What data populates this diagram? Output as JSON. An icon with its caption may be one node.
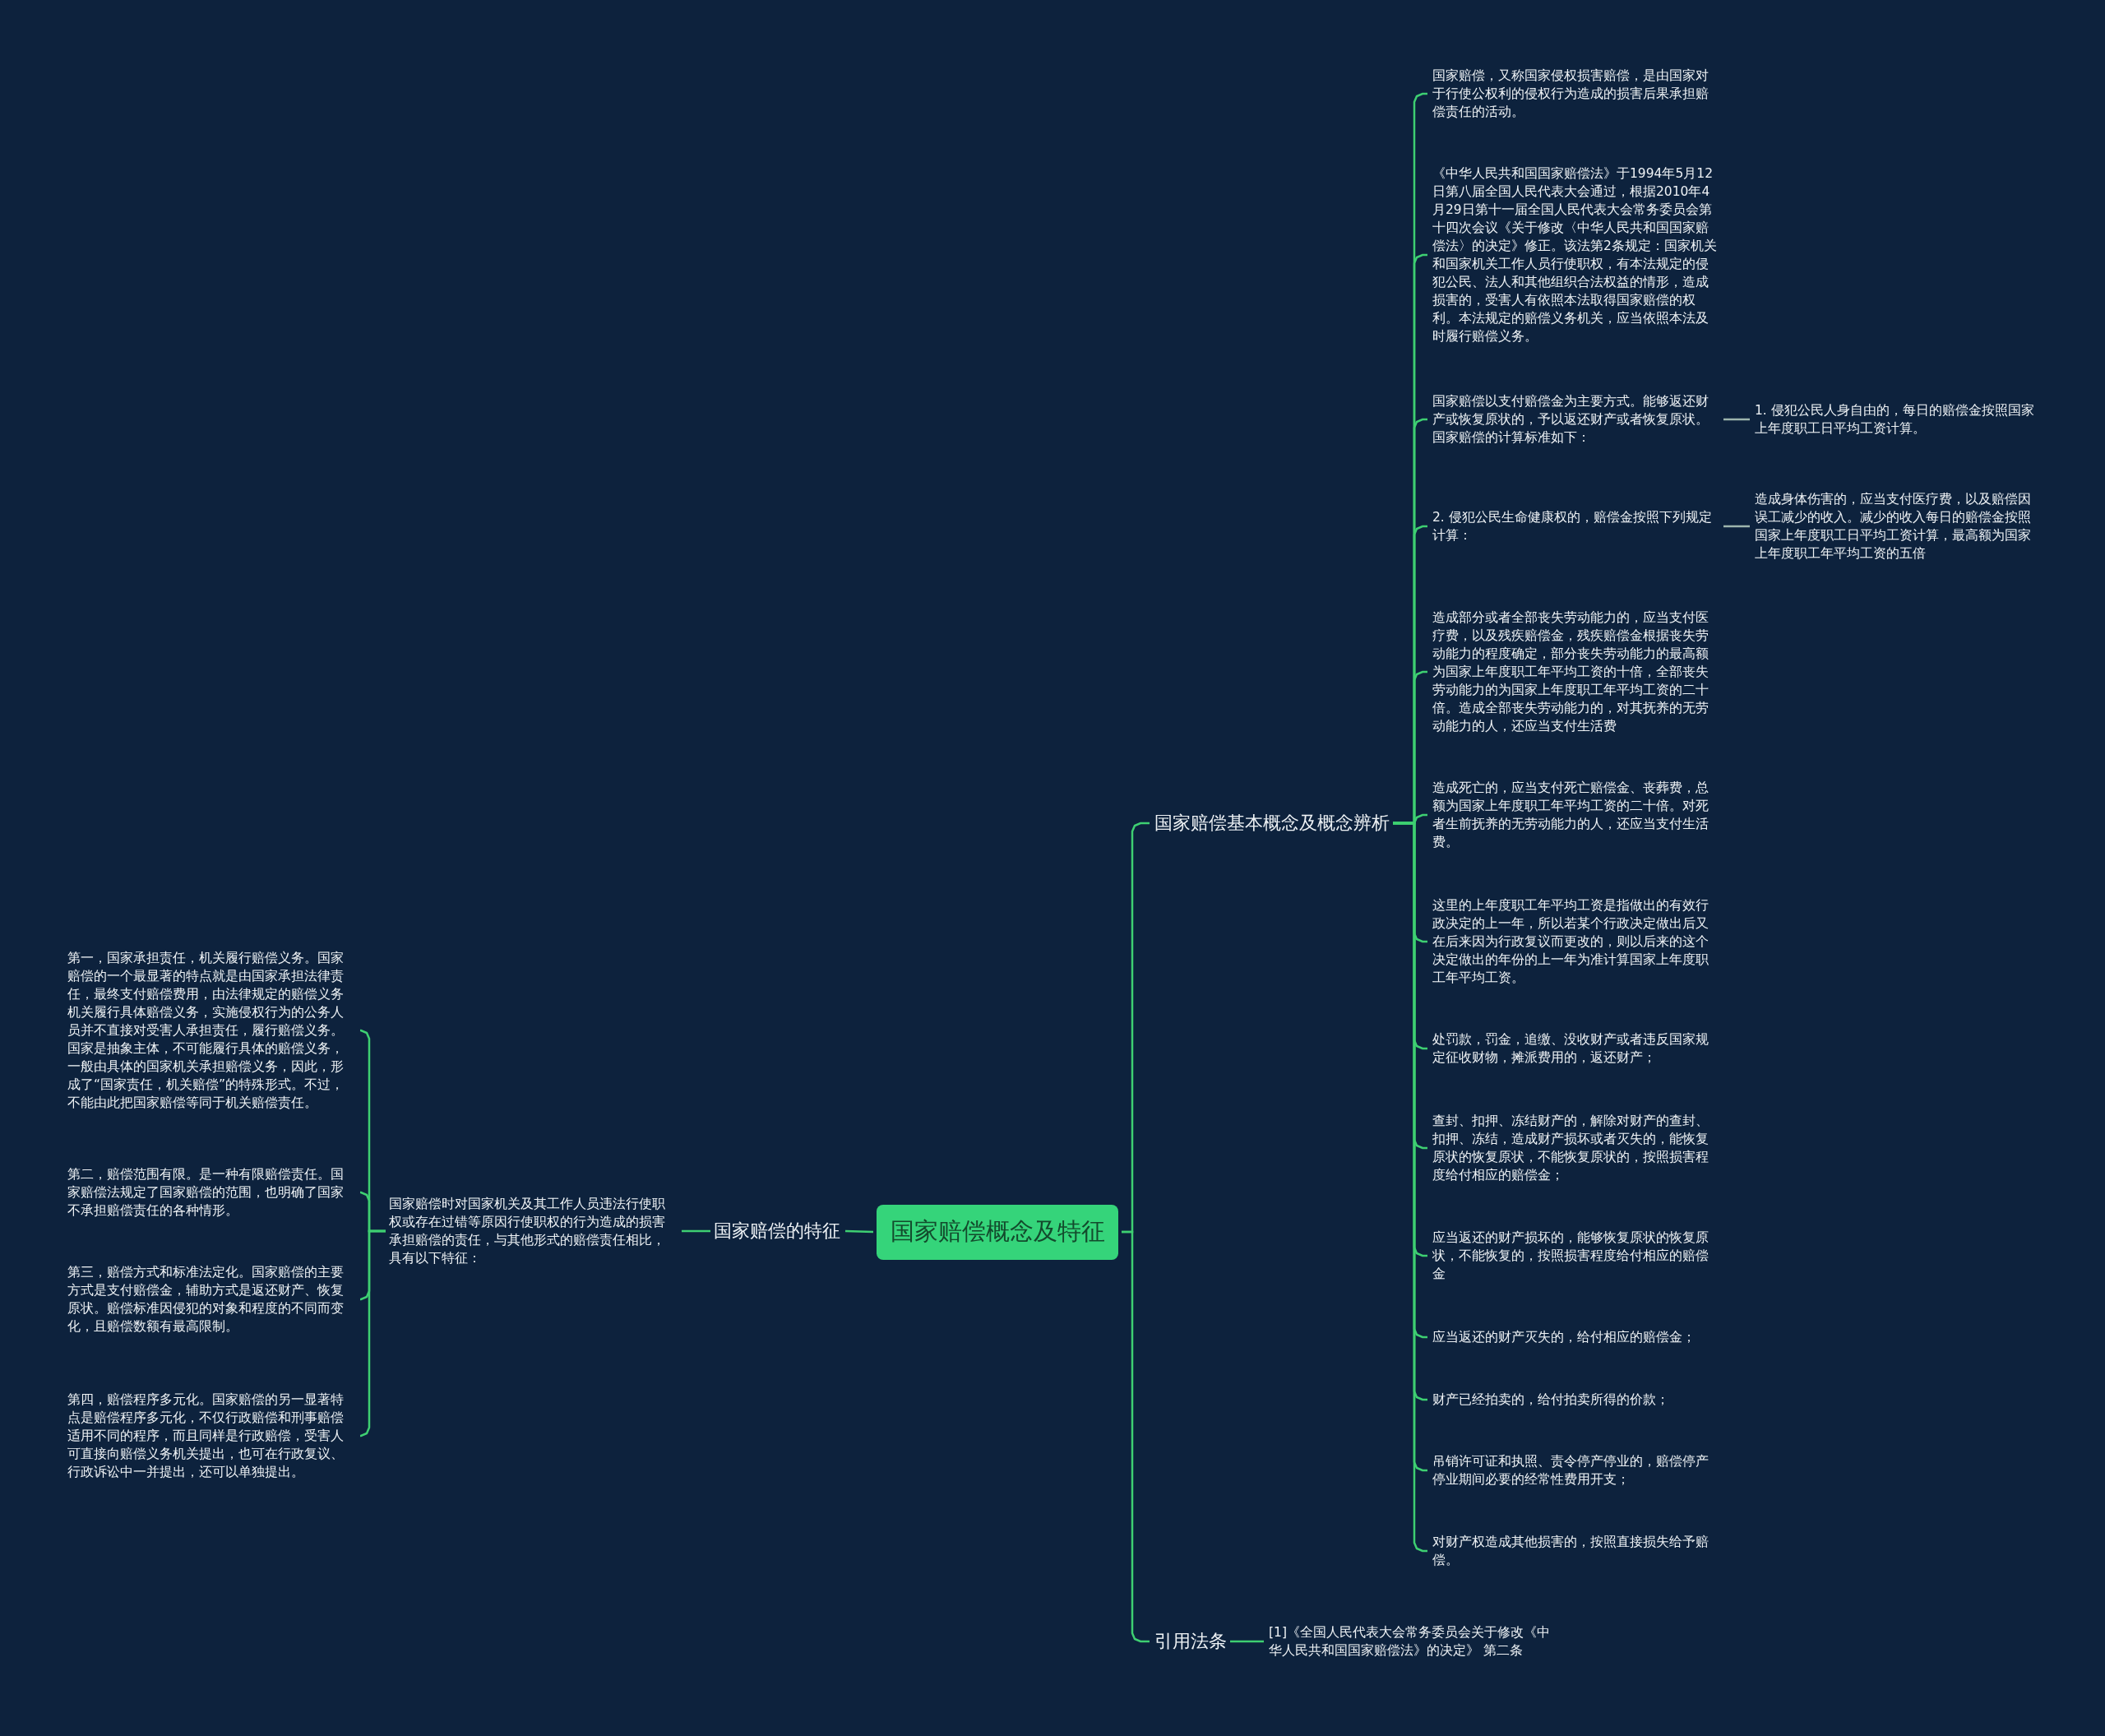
{
  "diagram": {
    "nodes": [
      {
        "text": [
          "国家赔偿概念及特征"
        ]
      },
      {
        "text": [
          "国家赔偿的特征"
        ]
      },
      {
        "text": [
          "国家赔偿时对国家机关及其工作人员违法行使职权或存在过错等原因行使职权的行为造成的损害承担赔偿的责任，与其他形式的赔偿责任相比，具有以下特征："
        ]
      },
      {
        "text": [
          "第一，国家承担责任，机关履行赔偿义务。国家赔偿的一个最显著的特点就是由国家承担法律责任，最终支付赔偿费用，由法律规定的赔偿义务机关履行具体赔偿义务，实施侵权行为的公务人员并不直接对受害人承担责任，履行赔偿义务。国家是抽象主体，不可能履行具体的赔偿义务，一般由具体的国家机关承担赔偿义务，因此，形成了“国家责任，机关赔偿”的特殊形式。不过，不能由此把国家赔偿等同于机关赔偿责任。"
        ]
      },
      {
        "text": [
          "第二，赔偿范围有限。是一种有限赔偿责任。国家赔偿法规定了国家赔偿的范围，也明确了国家不承担赔偿责任的各种情形。"
        ]
      },
      {
        "text": [
          "第三，赔偿方式和标准法定化。国家赔偿的主要方式是支付赔偿金，辅助方式是返还财产、恢复原状。赔偿标准因侵犯的对象和程度的不同而变化，且赔偿数额有最高限制。"
        ]
      },
      {
        "text": [
          "第四，赔偿程序多元化。国家赔偿的另一显著特点是赔偿程序多元化，不仅行政赔偿和刑事赔偿适用不同的程序，而且同样是行政赔偿，受害人可直接向赔偿义务机关提出，也可在行政复议、行政诉讼中一并提出，还可以单独提出。"
        ]
      },
      {
        "text": [
          "国家赔偿基本概念及概念辨析"
        ]
      },
      {
        "text": [
          "国家赔偿，又称国家侵权损害赔偿，是由国家对于行使公权利的侵权行为造成的损害后果承担赔偿责任的活动。"
        ]
      },
      {
        "text": [
          "《中华人民共和国国家赔偿法》于1994年5月12日第八届全国人民代表大会通过，根据2010年4月29日第十一届全国人民代表大会常务委员会第十四次会议《关于修改〈中华人民共和国国家赔偿法〉的决定》修正。该法第2条规定：国家机关和国家机关工作人员行使职权，有本法规定的侵犯公民、法人和其他组织合法权益的情形，造成损害的，受害人有依照本法取得国家赔偿的权利。本法规定的赔偿义务机关，应当依照本法及时履行赔偿义务。"
        ]
      },
      {
        "text": [
          "国家赔偿以支付赔偿金为主要方式。能够返还财产或恢复原状的，予以返还财产或者恢复原状。国家赔偿的计算标准如下："
        ]
      },
      {
        "text": [
          "1. 侵犯公民人身自由的，每日的赔偿金按照国家上年度职工日平均工资计算。"
        ]
      },
      {
        "text": [
          "2. 侵犯公民生命健康权的，赔偿金按照下列规定计算："
        ]
      },
      {
        "text": [
          "造成身体伤害的，应当支付医疗费，以及赔偿因误工减少的收入。减少的收入每日的赔偿金按照国家上年度职工日平均工资计算，最高额为国家上年度职工年平均工资的五倍"
        ]
      },
      {
        "text": [
          "造成部分或者全部丧失劳动能力的，应当支付医疗费，以及残疾赔偿金，残疾赔偿金根据丧失劳动能力的程度确定，部分丧失劳动能力的最高额为国家上年度职工年平均工资的十倍，全部丧失劳动能力的为国家上年度职工年平均工资的二十倍。造成全部丧失劳动能力的，对其抚养的无劳动能力的人，还应当支付生活费"
        ]
      },
      {
        "text": [
          "造成死亡的，应当支付死亡赔偿金、丧葬费，总额为国家上年度职工年平均工资的二十倍。对死者生前抚养的无劳动能力的人，还应当支付生活费。"
        ]
      },
      {
        "text": [
          "这里的上年度职工年平均工资是指做出的有效行政决定的上一年，所以若某个行政决定做出后又在后来因为行政复议而更改的，则以后来的这个决定做出的年份的上一年为准计算国家上年度职工年平均工资。"
        ]
      },
      {
        "text": [
          "处罚款，罚金，追缴、没收财产或者违反国家规定征收财物，摊派费用的，返还财产；"
        ]
      },
      {
        "text": [
          "查封、扣押、冻结财产的，解除对财产的查封、扣押、冻结，造成财产损坏或者灭失的，能恢复原状的恢复原状，不能恢复原状的，按照损害程度给付相应的赔偿金；"
        ]
      },
      {
        "text": [
          "应当返还的财产损坏的，能够恢复原状的恢复原状，不能恢复的，按照损害程度给付相应的赔偿金"
        ]
      },
      {
        "text": [
          "应当返还的财产灭失的，给付相应的赔偿金；"
        ]
      },
      {
        "text": [
          "财产已经拍卖的，给付拍卖所得的价款；"
        ]
      },
      {
        "text": [
          "吊销许可证和执照、责令停产停业的，赔偿停产停业期间必要的经常性费用开支；"
        ]
      },
      {
        "text": [
          "对财产权造成其他损害的，按照直接损失给予赔偿。"
        ]
      },
      {
        "text": [
          "引用法条"
        ]
      },
      {
        "text": [
          "[1]《全国人民代表大会常务委员会关于修改《中华人民共和国国家赔偿法》的决定》 第二条"
        ]
      }
    ],
    "edges": [
      {
        "from": 0,
        "to": 1,
        "arrow": "none"
      },
      {
        "from": 1,
        "to": 2,
        "arrow": "none"
      },
      {
        "from": 2,
        "to": 3,
        "arrow": "none"
      },
      {
        "from": 2,
        "to": 4,
        "arrow": "none"
      },
      {
        "from": 2,
        "to": 5,
        "arrow": "none"
      },
      {
        "from": 2,
        "to": 6,
        "arrow": "none"
      },
      {
        "from": 0,
        "to": 7,
        "arrow": "none"
      },
      {
        "from": 7,
        "to": 8,
        "arrow": "none"
      },
      {
        "from": 7,
        "to": 9,
        "arrow": "none"
      },
      {
        "from": 7,
        "to": 10,
        "arrow": "none"
      },
      {
        "from": 10,
        "to": 11,
        "arrow": "none",
        "color": "#9db5ad"
      },
      {
        "from": 7,
        "to": 12,
        "arrow": "none"
      },
      {
        "from": 12,
        "to": 13,
        "arrow": "none",
        "color": "#9db5ad"
      },
      {
        "from": 7,
        "to": 14,
        "arrow": "none"
      },
      {
        "from": 7,
        "to": 15,
        "arrow": "none"
      },
      {
        "from": 7,
        "to": 16,
        "arrow": "none"
      },
      {
        "from": 7,
        "to": 17,
        "arrow": "none"
      },
      {
        "from": 7,
        "to": 18,
        "arrow": "none"
      },
      {
        "from": 7,
        "to": 19,
        "arrow": "none"
      },
      {
        "from": 7,
        "to": 20,
        "arrow": "none"
      },
      {
        "from": 7,
        "to": 21,
        "arrow": "none"
      },
      {
        "from": 7,
        "to": 22,
        "arrow": "none"
      },
      {
        "from": 7,
        "to": 23,
        "arrow": "none"
      },
      {
        "from": 0,
        "to": 24,
        "arrow": "none"
      },
      {
        "from": 24,
        "to": 25,
        "arrow": "none"
      }
    ]
  }
}
